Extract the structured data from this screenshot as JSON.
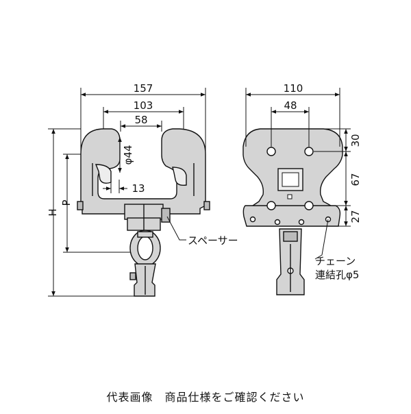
{
  "front_view": {
    "dim_157": "157",
    "dim_103": "103",
    "dim_58": "58",
    "dim_phi44": "φ44",
    "dim_13": "13",
    "dim_H": "H",
    "dim_P": "P",
    "spacer_label": "スペーサー"
  },
  "side_view": {
    "dim_110": "110",
    "dim_48": "48",
    "dim_30": "30",
    "dim_67": "67",
    "dim_27": "27",
    "chain_label_line1": "チェーン",
    "chain_label_line2": "連結孔φ5"
  },
  "caption": "代表画像　商品仕様をご確認ください",
  "colors": {
    "body_fill": "#d4d4d4",
    "line": "#111111",
    "background": "#ffffff"
  }
}
